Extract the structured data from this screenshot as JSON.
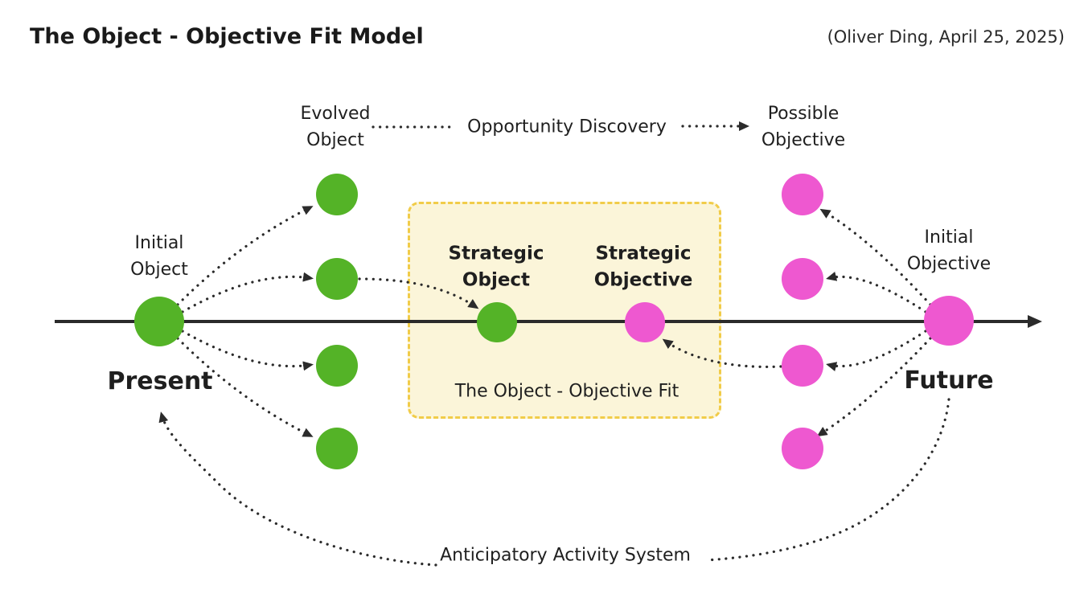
{
  "header": {
    "title": "The Object - Objective Fit Model",
    "attribution": "(Oliver Ding, April 25, 2025)"
  },
  "colors": {
    "green": "#54B327",
    "pink": "#EE58D0",
    "line": "#2B2B2B",
    "text": "#1F1F1F",
    "box_fill": "#FBF5D9",
    "box_border": "#F1CC49"
  },
  "labels": {
    "evolved_object": "Evolved\nObject",
    "opportunity_discovery": "Opportunity Discovery",
    "possible_objective": "Possible\nObjective",
    "initial_object": "Initial\nObject",
    "present": "Present",
    "initial_objective": "Initial\nObjective",
    "future": "Future",
    "strategic_object": "Strategic\nObject",
    "strategic_objective": "Strategic\nObjective",
    "fit_caption": "The Object - Objective Fit",
    "anticipatory_system": "Anticipatory Activity System"
  },
  "nodes": [
    {
      "name": "initial-object",
      "color": "green"
    },
    {
      "name": "evolved-object-1",
      "color": "green"
    },
    {
      "name": "evolved-object-2",
      "color": "green"
    },
    {
      "name": "evolved-object-3",
      "color": "green"
    },
    {
      "name": "evolved-object-4",
      "color": "green"
    },
    {
      "name": "strategic-object",
      "color": "green"
    },
    {
      "name": "strategic-objective",
      "color": "pink"
    },
    {
      "name": "possible-objective-1",
      "color": "pink"
    },
    {
      "name": "possible-objective-2",
      "color": "pink"
    },
    {
      "name": "possible-objective-3",
      "color": "pink"
    },
    {
      "name": "possible-objective-4",
      "color": "pink"
    },
    {
      "name": "initial-objective",
      "color": "pink"
    }
  ]
}
